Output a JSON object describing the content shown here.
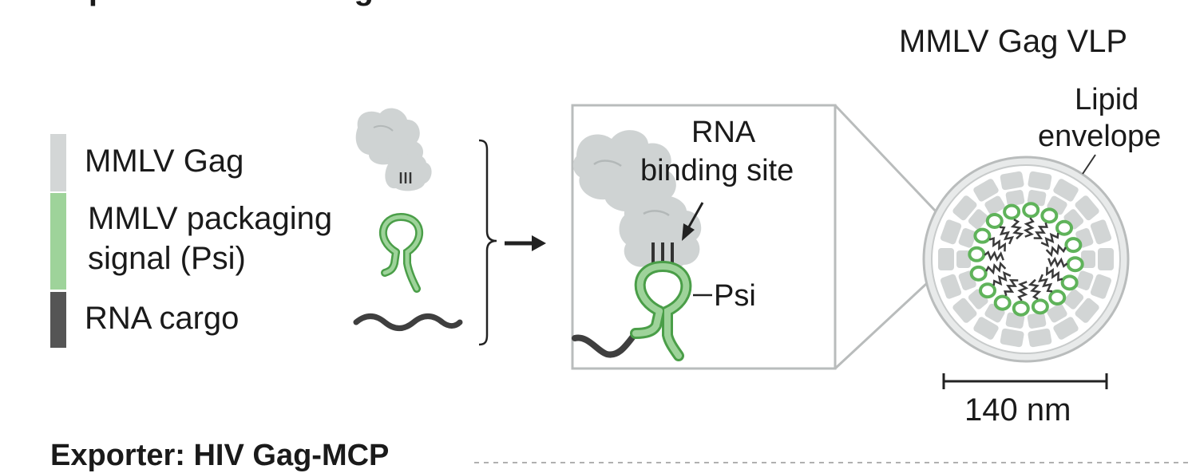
{
  "header": {
    "title_fragment": "Expected: MMLV Gag"
  },
  "legend": {
    "items": [
      {
        "label": "MMLV Gag",
        "color": "#d3d6d6"
      },
      {
        "label_line1": "MMLV packaging",
        "label_line2": "signal (Psi)",
        "color": "#9ed39a"
      },
      {
        "label": "RNA cargo",
        "color": "#555555"
      }
    ]
  },
  "zoom_panel": {
    "binding_line1": "RNA",
    "binding_line2": "binding site",
    "psi_label": "Psi"
  },
  "vlp": {
    "title": "MMLV Gag VLP",
    "envelope_line1": "Lipid",
    "envelope_line2": "envelope",
    "scale_label": "140 nm"
  },
  "footer": {
    "title": "Exporter: HIV Gag-MCP"
  },
  "colors": {
    "gag_gray": "#cfd3d3",
    "psi_green": "#8fd18a",
    "psi_stroke": "#4a9e48",
    "cargo_dark": "#3a3a3a",
    "frame_gray": "#b9bcbc"
  }
}
